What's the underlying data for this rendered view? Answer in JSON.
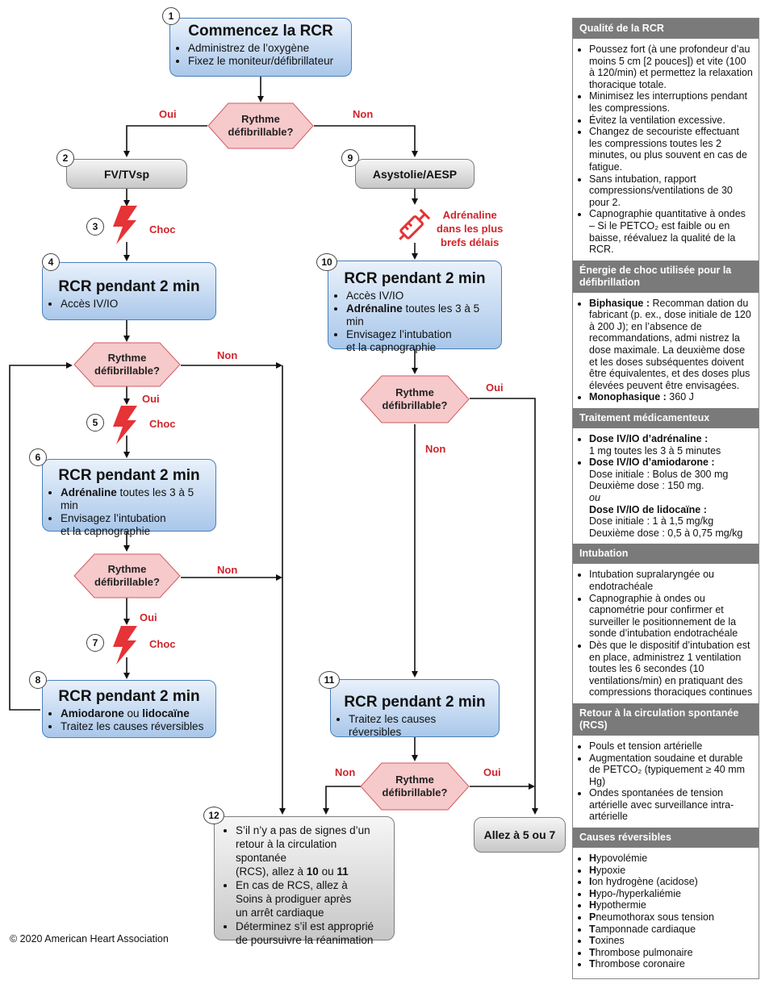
{
  "flowchart": {
    "steps": [
      {
        "number": "1",
        "title": "Commencez la RCR",
        "items": [
          "Administrez de l’oxygène",
          "Fixez le moniteur/défibrillateur"
        ]
      },
      {
        "number": "2",
        "label": "FV/TVsp"
      },
      {
        "number": "3",
        "label": "Choc"
      },
      {
        "number": "4",
        "title": "RCR pendant 2 min",
        "items": [
          "Accès IV/IO"
        ]
      },
      {
        "number": "5",
        "label": "Choc"
      },
      {
        "number": "6",
        "title": "RCR pendant 2 min",
        "items_bold": [
          "Adrénaline"
        ],
        "items_rest": [
          " toutes les 3 à 5 min"
        ],
        "items": [
          "Envisagez l’intubation",
          "et la capnographie"
        ]
      },
      {
        "number": "7",
        "label": "Choc"
      },
      {
        "number": "8",
        "title": "RCR pendant 2 min",
        "bold1": "Amiodarone",
        "mid": " ou ",
        "bold2": "lidocaïne",
        "items": [
          "Traitez les causes réversibles"
        ]
      },
      {
        "number": "9",
        "label": "Asystolie/AESP"
      },
      {
        "number": "10",
        "title": "RCR pendant 2 min",
        "items": [
          "Accès IV/IO",
          "Envisagez l’intubation",
          "et la capnographie"
        ],
        "bold": "Adrénaline",
        "rest": " toutes les 3 à 5 min"
      },
      {
        "number": "11",
        "title": "RCR pendant 2 min",
        "items": [
          "Traitez les causes réversibles"
        ]
      },
      {
        "number": "12",
        "items": [
          "S’il n’y a pas de signes d’un",
          "retour à la circulation spontanée",
          "(RCS), allez à ",
          "10",
          " ou ",
          "11",
          "En cas de RCS, allez à",
          "Soins à prodiguer après",
          "un arrêt cardiaque",
          "Déterminez s’il est approprié",
          "de poursuivre la réanimation"
        ]
      }
    ],
    "decision_label": [
      "Rythme",
      "défibrillable?"
    ],
    "yes": "Oui",
    "no": "Non",
    "adrenaline_note": [
      "Adrénaline",
      "dans les plus",
      "brefs délais"
    ],
    "goto": "Allez à 5 ou 7"
  },
  "panel": {
    "sections": [
      {
        "title": "Qualité de la RCR",
        "items": [
          "Poussez fort (à une profondeur d’au moins 5 cm [2 pouces]) et vite (100 à 120/min) et permettez la relaxation thoracique totale.",
          "Minimisez les interruptions pendant les compressions.",
          "Évitez la ventilation excessive.",
          "Changez de secouriste effectuant les compressions toutes les 2 minutes, ou plus souvent en cas de fatigue.",
          "Sans intubation, rapport compressions/ventilations de 30 pour 2.",
          "Capnographie quantitative à ondes – Si le PETCO₂ est faible ou en baisse, réévaluez la qualité de la RCR."
        ]
      },
      {
        "title": "Énergie de choc utilisée pour la défibrillation",
        "bip_label": "Biphasique :",
        "bip_text": " Recomman dation du fabricant (p. ex., dose initiale de 120 à 200 J); en l’absence de recommandations, admi nistrez la dose maximale. La deuxième dose et les doses subséquentes doivent être équivalentes, et des doses plus élevées peuvent être envisagées.",
        "mono_label": "Monophasique :",
        "mono_text": " 360 J"
      },
      {
        "title": "Traitement médicamenteux",
        "d1": "Dose IV/IO d’adrénaline :",
        "d1a": "1 mg toutes les 3 à 5 minutes",
        "d2": "Dose IV/IO d’amiodarone :",
        "d2a": "Dose initiale : Bolus de 300 mg",
        "d2b": "Deuxième dose : 150 mg.",
        "or": "ou",
        "d3": "Dose IV/IO de lidocaïne :",
        "d3a": "Dose initiale : 1 à 1,5 mg/kg",
        "d3b": "Deuxième dose : 0,5 à 0,75 mg/kg"
      },
      {
        "title": "Intubation",
        "items": [
          "Intubation supralaryngée ou endotrachéale",
          "Capnographie à ondes ou capnométrie pour confirmer et surveiller le positionnement de la sonde d’intubation endotrachéale",
          "Dès que le dispositif d’intubation est en place, administrez 1 ventilation toutes les 6 secondes (10 ventilations/min) en pratiquant des compressions thoraciques continues"
        ]
      },
      {
        "title": "Retour à la circulation spontanée (RCS)",
        "items": [
          "Pouls et tension artérielle",
          "Augmentation soudaine et durable de PETCO₂ (typiquement ≥ 40 mm Hg)",
          "Ondes spontanées de tension artérielle avec surveillance intra-artérielle"
        ]
      },
      {
        "title": "Causes réversibles",
        "letters": [
          "H",
          "H",
          "I",
          "H",
          "H",
          "P",
          "T",
          "T",
          "T",
          "T"
        ],
        "rests": [
          "ypovolémie",
          "ypoxie",
          "on hydrogène (acidose)",
          "ypo-/hyperkaliémie",
          "ypothermie",
          "neumothorax sous tension",
          "amponnade cardiaque",
          "oxines",
          "hrombose pulmonaire",
          "hrombose coronaire"
        ]
      }
    ]
  },
  "copyright": "© 2020 American Heart Association",
  "colors": {
    "red": "#d2232a",
    "blue": "#a9c7ea",
    "gray_header": "#7a7a7a",
    "diamond": "#f6c9cb"
  }
}
